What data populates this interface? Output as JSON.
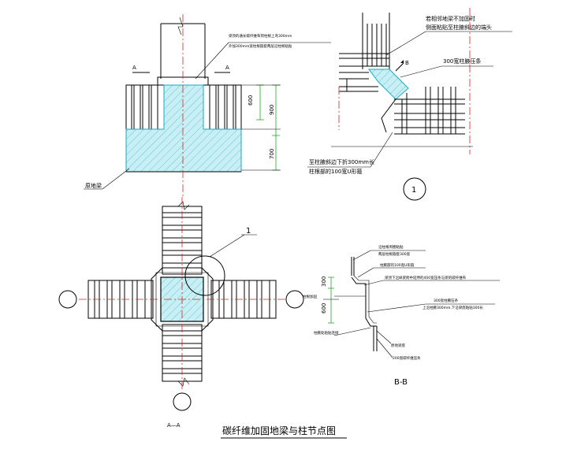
{
  "elevation": {
    "section_mark_left": "A",
    "section_mark_right": "A",
    "note_line1": "梁顶的通长碳纤维布到柱根上弯300mm",
    "note_line2": "外加300mm宽柱根箍套两层沿柱根粘贴",
    "dim_upper": "600",
    "dim_mid": "900",
    "dim_lower": "700",
    "beam_label": "原地梁"
  },
  "detail1": {
    "note_top_line1": "若相邻地梁不加固时",
    "note_top_line2": "侧面粘贴至柱腋斜边的端头",
    "note_strip": "300宽柱腋压条",
    "section_mark": "B",
    "note_bottom_line1": "至柱腋斜边下折300mm长",
    "note_bottom_line2": "柱根部的100宽U形箍",
    "circle_label": "1"
  },
  "plan": {
    "circle_label": "1",
    "section_caption": "A—A"
  },
  "section_bb": {
    "note1a": "沿柱根周圈粘贴",
    "note1b": "两层柱根箍套300宽",
    "note2": "柱腋部的100宽U形箍",
    "note3": "梁顶下沿纵梁跨中延伸的400宽压条与梁的碳纤维布",
    "note4a": "300宽柱腋压条",
    "note4b": "上沿柱腋300mm,下沿梁底粘贴300长",
    "note5": "柱腋处粘贴连接",
    "note6": "原地梁底",
    "note7": "200宽碳纤维压条",
    "dim_upper": "300",
    "dim_lower": "600",
    "left_label": "柱根加固",
    "caption": "B-B"
  },
  "title": "碳纤维加固地梁与柱节点图",
  "colors": {
    "concrete_fill": "#c8f0f4",
    "hatch": "#1aa8c8",
    "center_line": "#e02020",
    "dimension": "#22aa22"
  }
}
